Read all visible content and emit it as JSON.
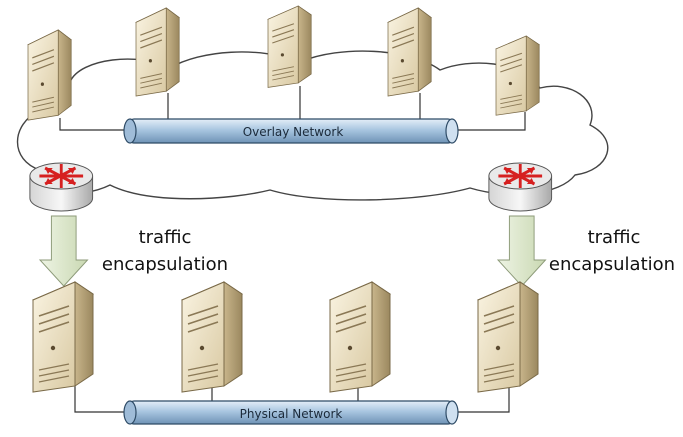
{
  "overlay_network": {
    "label": "Overlay Network"
  },
  "physical_network": {
    "label": "Physical Network"
  },
  "left_annotation": {
    "line1": "traffic",
    "line2": "encapsulation"
  },
  "right_annotation": {
    "line1": "traffic",
    "line2": "encapsulation"
  },
  "colors": {
    "pipe_fill": "#a9c6e0",
    "pipe_stroke": "#2e4b66",
    "server_front": "#efe4c6",
    "server_side": "#b9a57c",
    "arrow_fill": "#dfe9cf",
    "router_arrow": "#d62020",
    "line": "#333333"
  },
  "icons": {
    "server": "server-icon",
    "router": "router-icon",
    "arrow": "down-arrow-icon",
    "cloud": "cloud-outline"
  }
}
